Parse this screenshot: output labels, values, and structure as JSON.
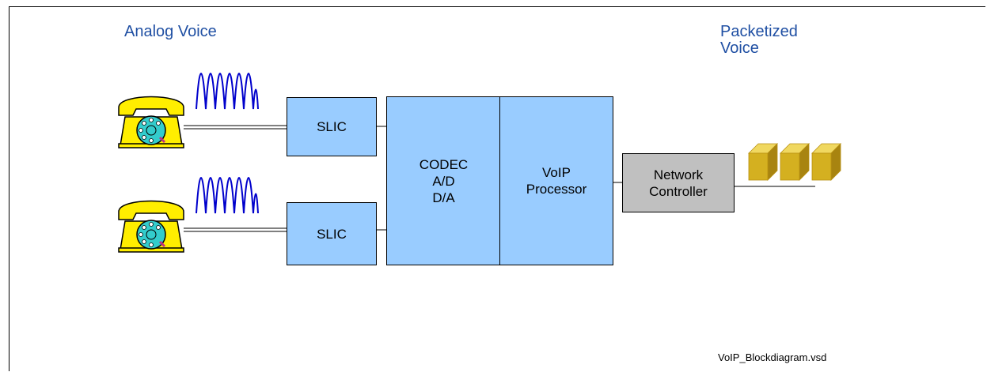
{
  "labels": {
    "analog_voice": "Analog Voice",
    "packetized_voice_line1": "Packetized",
    "packetized_voice_line2": "Voice"
  },
  "blocks": {
    "slic_top": "SLIC",
    "slic_bottom": "SLIC",
    "codec_line1": "CODEC",
    "codec_line2": "A/D",
    "codec_line3": "D/A",
    "voip_line1": "VoIP",
    "voip_line2": "Processor",
    "network_line1": "Network",
    "network_line2": "Controller"
  },
  "footer": {
    "filename": "VoIP_Blockdiagram.vsd"
  },
  "colors": {
    "heading_text": "#1f4fa3",
    "block_fill": "#99ccff",
    "network_fill": "#c0c0c0",
    "waveform": "#0000cc",
    "phone_body": "#ffee00",
    "phone_dial": "#33cccc",
    "packet": "#d4b020"
  },
  "icons": [
    "telephone-icon",
    "analog-waveform-icon",
    "voice-packet-icon"
  ]
}
